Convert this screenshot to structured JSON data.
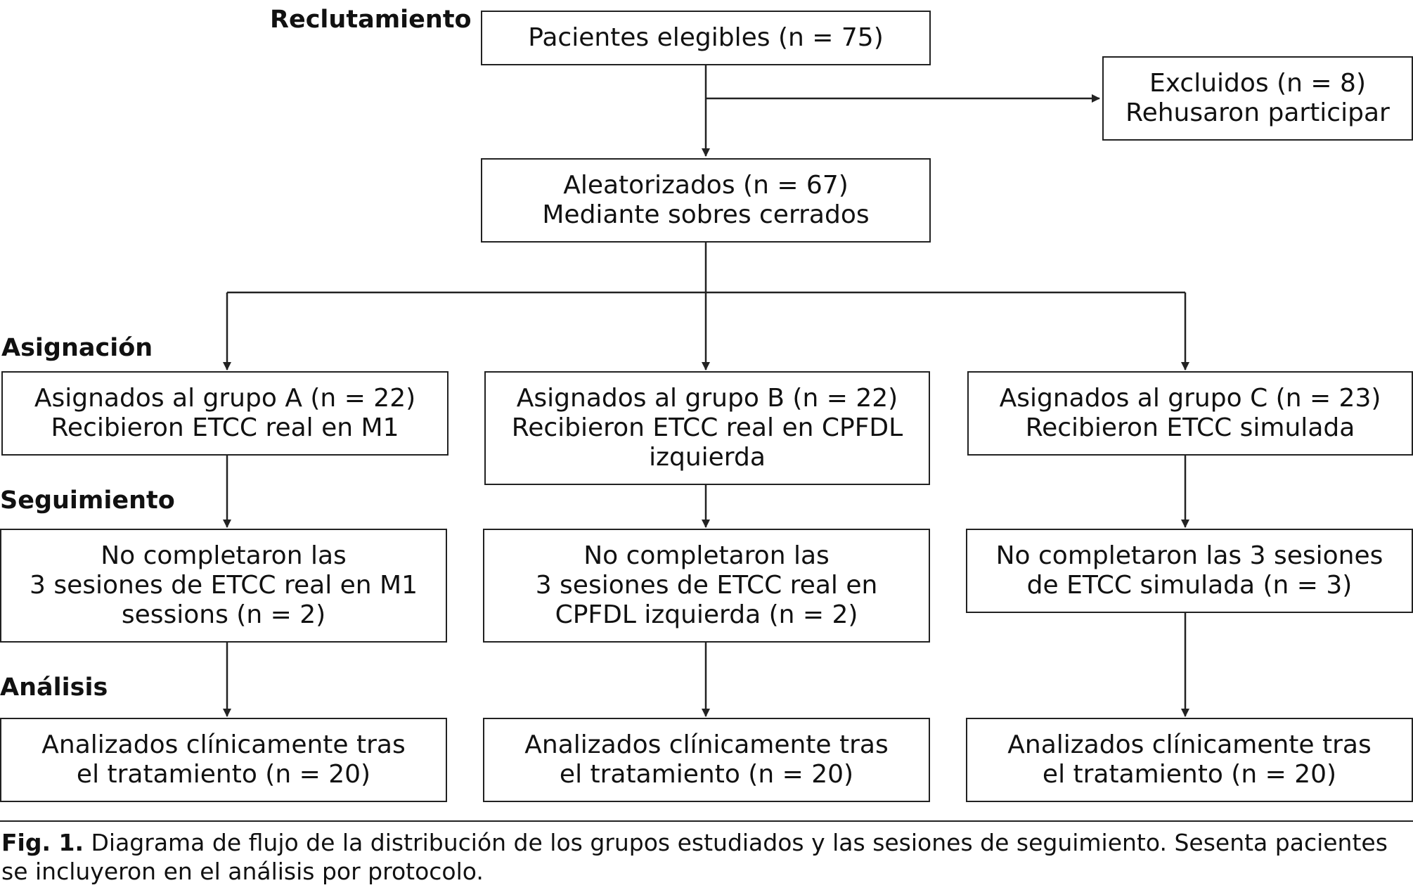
{
  "stages": {
    "recruitment": "Reclutamiento",
    "allocation": "Asignación",
    "follow_up": "Seguimiento",
    "analysis": "Análisis"
  },
  "boxes": {
    "eligible": [
      "Pacientes elegibles (n = 75)"
    ],
    "excluded": [
      "Excluidos (n = 8)",
      "Rehusaron participar"
    ],
    "randomized": [
      "Aleatorizados (n = 67)",
      "Mediante sobres cerrados"
    ],
    "group_a": [
      "Asignados al grupo A (n = 22)",
      "Recibieron ETCC real en M1"
    ],
    "group_b": [
      "Asignados al grupo B (n = 22)",
      "Recibieron ETCC real en CPFDL",
      "izquierda"
    ],
    "group_c": [
      "Asignados al grupo C (n = 23)",
      "Recibieron ETCC simulada"
    ],
    "followup_a": [
      "No completaron las",
      "3 sesiones de ETCC real en M1",
      "sessions (n = 2)"
    ],
    "followup_b": [
      "No completaron las",
      "3 sesiones de ETCC real en",
      "CPFDL izquierda (n = 2)"
    ],
    "followup_c": [
      "No completaron las 3 sesiones",
      "de ETCC simulada (n = 3)"
    ],
    "analysis_a": [
      "Analizados clínicamente tras",
      "el tratamiento (n = 20)"
    ],
    "analysis_b": [
      "Analizados clínicamente tras",
      "el tratamiento (n = 20)"
    ],
    "analysis_c": [
      "Analizados clínicamente tras",
      "el tratamiento (n = 20)"
    ]
  },
  "caption": {
    "label": "Fig. 1.",
    "text": "Diagrama de flujo de la distribución de los grupos estudiados y las sesiones de seguimiento. Sesenta pacientes se incluyeron en el análisis por protocolo."
  }
}
